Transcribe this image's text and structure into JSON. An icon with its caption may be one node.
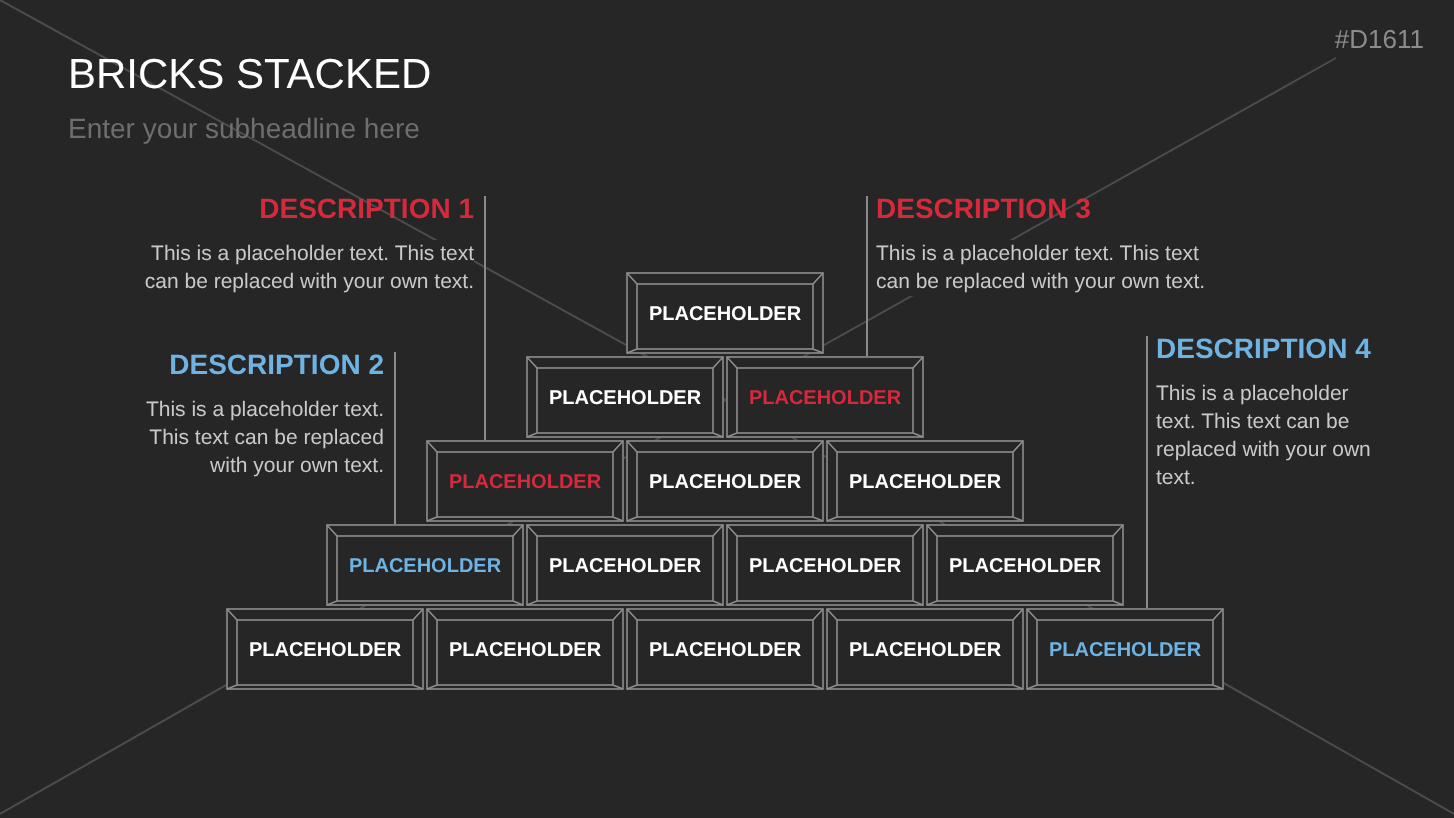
{
  "diagram": {
    "title": "BRICKS STACKED",
    "nodes": [
      {
        "text": [
          "DESCRIPTION 1",
          "This is a placeholder text. This text can be replaced with your own text."
        ]
      },
      {
        "text": [
          "DESCRIPTION 2",
          "This is a placeholder text. This text can be replaced with your own text."
        ]
      },
      {
        "text": [
          "DESCRIPTION 3",
          "This is a placeholder text. This text can be replaced with your own text."
        ]
      },
      {
        "text": [
          "DESCRIPTION 4",
          "This is a placeholder text. This text can be replaced with your own text."
        ]
      },
      {
        "text": [
          "PLACEHOLDER"
        ]
      },
      {
        "text": [
          "PLACEHOLDER"
        ]
      },
      {
        "text": [
          "PLACEHOLDER"
        ]
      },
      {
        "text": [
          "PLACEHOLDER"
        ]
      },
      {
        "text": [
          "PLACEHOLDER"
        ]
      },
      {
        "text": [
          "PLACEHOLDER"
        ]
      },
      {
        "text": [
          "PLACEHOLDER"
        ]
      },
      {
        "text": [
          "PLACEHOLDER"
        ]
      },
      {
        "text": [
          "PLACEHOLDER"
        ]
      },
      {
        "text": [
          "PLACEHOLDER"
        ]
      },
      {
        "text": [
          "PLACEHOLDER"
        ]
      },
      {
        "text": [
          "PLACEHOLDER"
        ]
      },
      {
        "text": [
          "PLACEHOLDER"
        ]
      },
      {
        "text": [
          "PLACEHOLDER"
        ]
      },
      {
        "text": [
          "PLACEHOLDER"
        ]
      }
    ],
    "edges": [
      {
        "from": 0,
        "to": 7,
        "arrow": "none"
      },
      {
        "from": 1,
        "to": 10,
        "arrow": "none"
      },
      {
        "from": 2,
        "to": 6,
        "arrow": "none"
      },
      {
        "from": 3,
        "to": 18,
        "arrow": "none"
      }
    ],
    "labels": [
      "#D1611",
      "Enter your subheadline here"
    ]
  }
}
